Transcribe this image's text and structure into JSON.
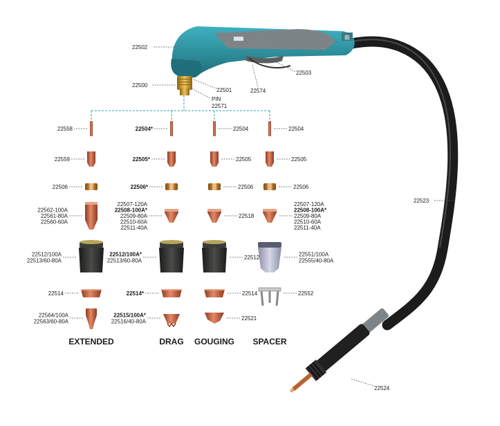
{
  "torch": {
    "handle": "22502",
    "trigger": "22503",
    "trigger_lever": "22574",
    "head": "22500",
    "head_part": "22501",
    "pin_label": "PIN",
    "pin_part": "22571",
    "cable": "22523",
    "connector": "22524",
    "brand_mark": "⊞"
  },
  "columns": [
    {
      "title": "EXTENDED",
      "parts": [
        {
          "kind": "electrode",
          "lines": [
            {
              "t": "22558",
              "b": false
            }
          ]
        },
        {
          "kind": "tip",
          "lines": [
            {
              "t": "22559",
              "b": false
            }
          ]
        },
        {
          "kind": "ring",
          "lines": [
            {
              "t": "22506",
              "b": false
            }
          ]
        },
        {
          "kind": "longnozzle",
          "lines": [
            {
              "t": "22562-100A",
              "b": false
            },
            {
              "t": "22561-80A",
              "b": false
            },
            {
              "t": "22560-60A",
              "b": false
            }
          ]
        },
        {
          "kind": "cup",
          "lines": [
            {
              "t": "22512/100A",
              "b": false
            },
            {
              "t": "22513/60-80A",
              "b": false
            }
          ]
        },
        {
          "kind": "retainer",
          "lines": [
            {
              "t": "22514",
              "b": false
            }
          ]
        },
        {
          "kind": "exttip",
          "lines": [
            {
              "t": "22564/100A",
              "b": false
            },
            {
              "t": "22563/60-80A",
              "b": false
            }
          ]
        }
      ]
    },
    {
      "title": "DRAG",
      "parts": [
        {
          "kind": "electrode",
          "lines": [
            {
              "t": "22504*",
              "b": true
            }
          ]
        },
        {
          "kind": "tip",
          "lines": [
            {
              "t": "22505*",
              "b": true
            }
          ]
        },
        {
          "kind": "ring",
          "lines": [
            {
              "t": "22506*",
              "b": true
            }
          ]
        },
        {
          "kind": "nozzle",
          "lines": [
            {
              "t": "22507-120A",
              "b": false
            },
            {
              "t": "22508-100A*",
              "b": true
            },
            {
              "t": "22509-80A",
              "b": false
            },
            {
              "t": "22510-60A",
              "b": false
            },
            {
              "t": "22511-40A",
              "b": false
            }
          ]
        },
        {
          "kind": "cup",
          "lines": [
            {
              "t": "22512/100A*",
              "b": true
            },
            {
              "t": "22513/60-80A",
              "b": false
            }
          ]
        },
        {
          "kind": "retainer",
          "lines": [
            {
              "t": "22514*",
              "b": true
            }
          ]
        },
        {
          "kind": "dragtip",
          "lines": [
            {
              "t": "22515/100A*",
              "b": true
            },
            {
              "t": "22516/40-80A",
              "b": false
            }
          ]
        }
      ]
    },
    {
      "title": "GOUGING",
      "parts": [
        {
          "kind": "electrode",
          "lines": [
            {
              "t": "22504",
              "b": false
            }
          ]
        },
        {
          "kind": "tip",
          "lines": [
            {
              "t": "22505",
              "b": false
            }
          ]
        },
        {
          "kind": "ring",
          "lines": [
            {
              "t": "22506",
              "b": false
            }
          ]
        },
        {
          "kind": "nozzle",
          "lines": [
            {
              "t": "22518",
              "b": false
            }
          ]
        },
        {
          "kind": "cup",
          "lines": [
            {
              "t": "22512",
              "b": false
            }
          ]
        },
        {
          "kind": "retainer",
          "lines": [
            {
              "t": "22514",
              "b": false
            }
          ]
        },
        {
          "kind": "gougetip",
          "lines": [
            {
              "t": "22521",
              "b": false
            }
          ]
        }
      ]
    },
    {
      "title": "SPACER",
      "parts": [
        {
          "kind": "electrode",
          "lines": [
            {
              "t": "22504",
              "b": false
            }
          ]
        },
        {
          "kind": "tip",
          "lines": [
            {
              "t": "22505",
              "b": false
            }
          ]
        },
        {
          "kind": "ring",
          "lines": [
            {
              "t": "22506",
              "b": false
            }
          ]
        },
        {
          "kind": "nozzle",
          "lines": [
            {
              "t": "22507-120A",
              "b": false
            },
            {
              "t": "22508-100A*",
              "b": true
            },
            {
              "t": "22509-80A",
              "b": false
            },
            {
              "t": "22510-60A",
              "b": false
            },
            {
              "t": "22511-40A",
              "b": false
            }
          ]
        },
        {
          "kind": "shield",
          "lines": [
            {
              "t": "22551/100A",
              "b": false
            },
            {
              "t": "22555/40-80A",
              "b": false
            }
          ]
        },
        {
          "kind": "spacer",
          "lines": [
            {
              "t": "22552",
              "b": false
            }
          ]
        }
      ]
    }
  ],
  "colors": {
    "teal": "#2e95a3",
    "teal_dark": "#1f6f7a",
    "grey_grip": "#7d8488",
    "copper": "#c8603e",
    "copper_dark": "#8a3a22",
    "brass": "#c99a2e",
    "cup_black": "#2b2d2b",
    "cable": "#1c1c1c",
    "bus_line": "#2a9fb4"
  }
}
